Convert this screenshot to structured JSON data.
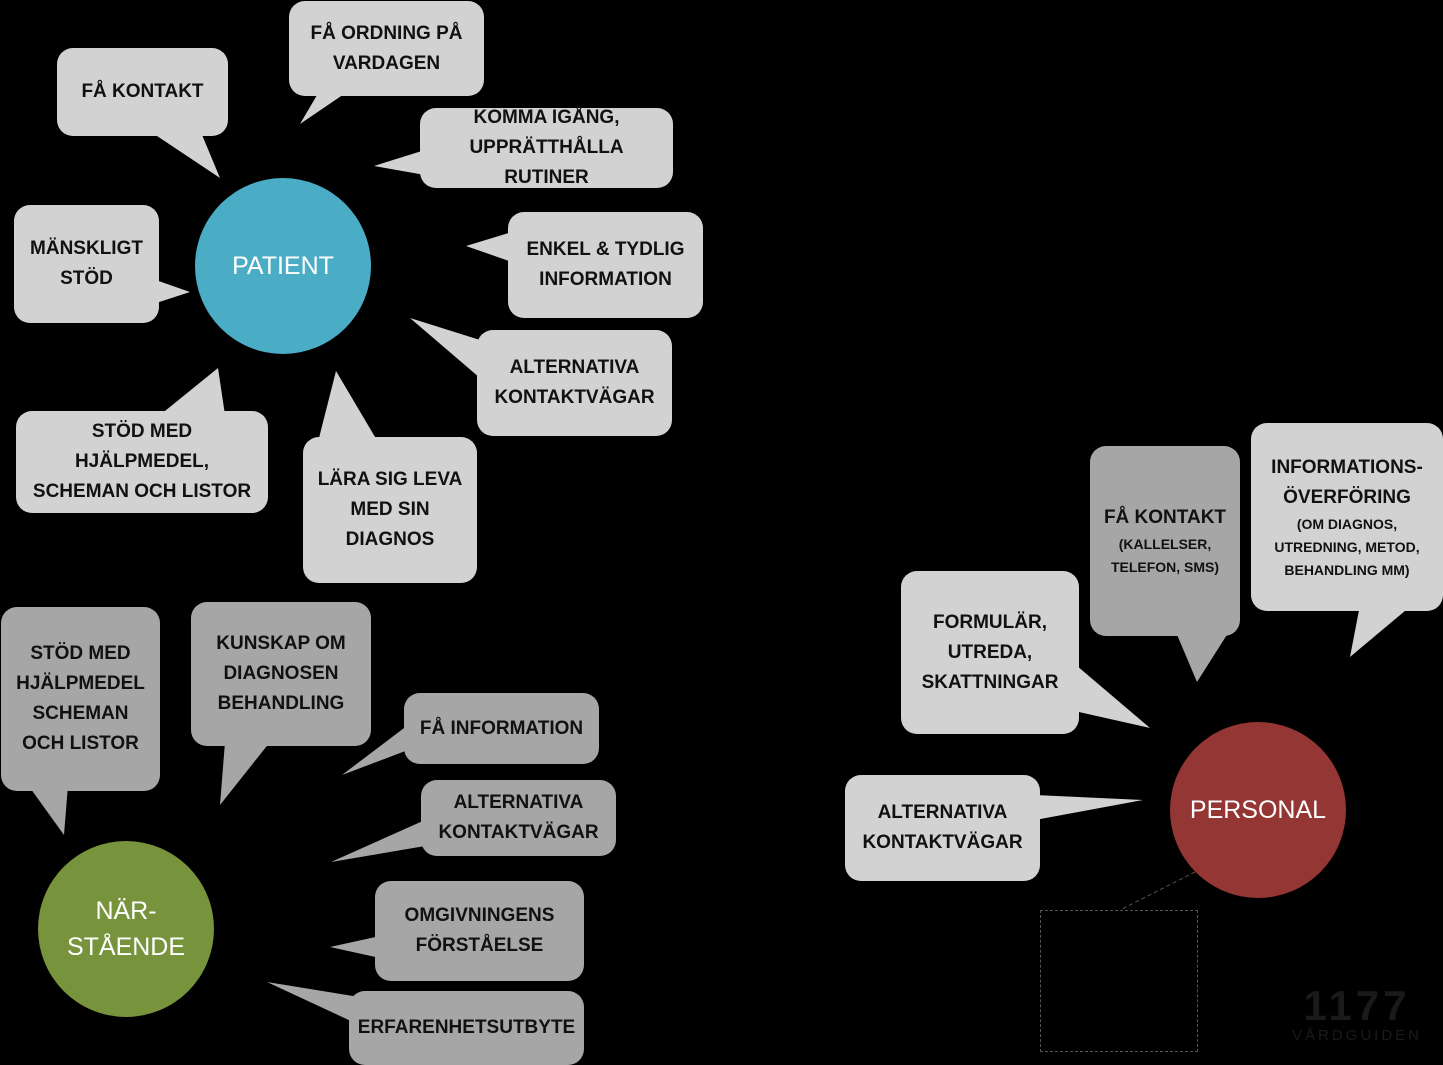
{
  "colors": {
    "patient": "#4bacc6",
    "personal": "#943634",
    "narstaende": "#77933c",
    "bubble_light": "#d2d2d2",
    "bubble_mid": "#a6a6a6",
    "background": "#000000"
  },
  "patient": {
    "label": "PATIENT",
    "bubbles": {
      "fa_kontakt": [
        "FÅ KONTAKT"
      ],
      "fa_ordning": [
        "FÅ ORDNING PÅ",
        "VARDAGEN"
      ],
      "komma_igang": [
        "KOMMA IGÅNG,",
        "UPPRÄTTHÅLLA RUTINER"
      ],
      "manskligt": [
        "MÄNSKLIGT",
        "STÖD"
      ],
      "enkel": [
        "ENKEL & TYDLIG",
        "INFORMATION"
      ],
      "alternativa": [
        "ALTERNATIVA",
        "KONTAKTVÄGAR"
      ],
      "stod": [
        "STÖD MED HJÄLPMEDEL,",
        "SCHEMAN OCH LISTOR"
      ],
      "lara": [
        "LÄRA SIG LEVA",
        "MED SIN",
        "DIAGNOS"
      ]
    }
  },
  "narstaende": {
    "label": [
      "NÄR-",
      "STÅENDE"
    ],
    "bubbles": {
      "stod": [
        "STÖD MED",
        "HJÄLPMEDEL",
        "SCHEMAN",
        "OCH LISTOR"
      ],
      "kunskap": [
        "KUNSKAP OM",
        "DIAGNOSEN",
        "BEHANDLING"
      ],
      "fa_information": [
        "FÅ INFORMATION"
      ],
      "alternativa": [
        "ALTERNATIVA",
        "KONTAKTVÄGAR"
      ],
      "omgivningens": [
        "OMGIVNINGENS",
        "FÖRSTÅELSE"
      ],
      "erfarenhet": [
        "ERFARENHETSUTBYTE"
      ]
    }
  },
  "personal": {
    "label": "PERSONAL",
    "bubbles": {
      "formular": [
        "FORMULÄR,",
        "UTREDA,",
        "SKATTNINGAR"
      ],
      "fa_kontakt": [
        "FÅ KONTAKT"
      ],
      "fa_kontakt_small": [
        "(KALLELSER,",
        "TELEFON, SMS)"
      ],
      "info": [
        "INFORMATIONS-",
        "ÖVERFÖRING"
      ],
      "info_small": [
        "(OM DIAGNOS,",
        "UTREDNING, METOD,",
        "BEHANDLING MM)"
      ],
      "alternativa": [
        "ALTERNATIVA",
        "KONTAKTVÄGAR"
      ]
    }
  },
  "logo": {
    "number": "1177",
    "text": "VÅRDGUIDEN"
  }
}
